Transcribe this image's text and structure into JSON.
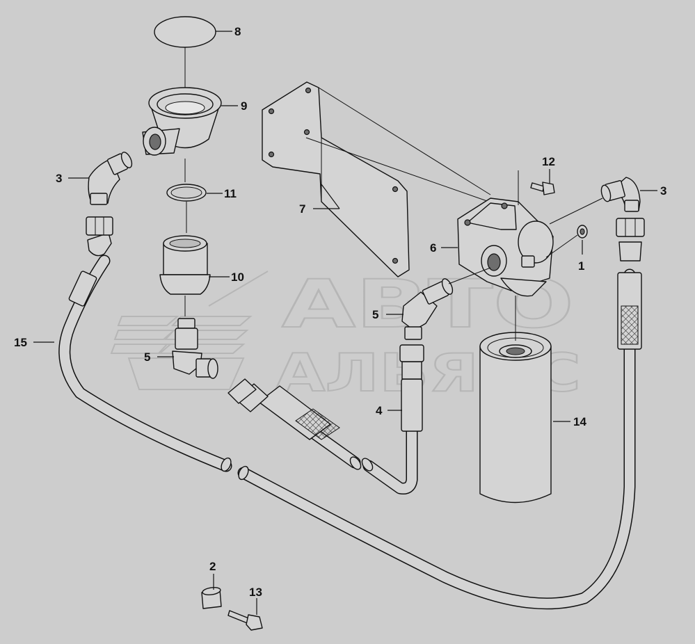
{
  "watermark": {
    "line1": "АВТО",
    "line2": "АЛЬЯНС"
  },
  "callouts": {
    "c1": "1",
    "c2": "2",
    "c3_left": "3",
    "c3_right": "3",
    "c4": "4",
    "c5_left": "5",
    "c5_mid": "5",
    "c6": "6",
    "c7": "7",
    "c8": "8",
    "c9": "9",
    "c10": "10",
    "c11": "11",
    "c12": "12",
    "c13": "13",
    "c14": "14",
    "c15": "15"
  },
  "colors": {
    "background": "#cdcdcd",
    "line": "#111111",
    "watermark": "#b6b6b6"
  }
}
